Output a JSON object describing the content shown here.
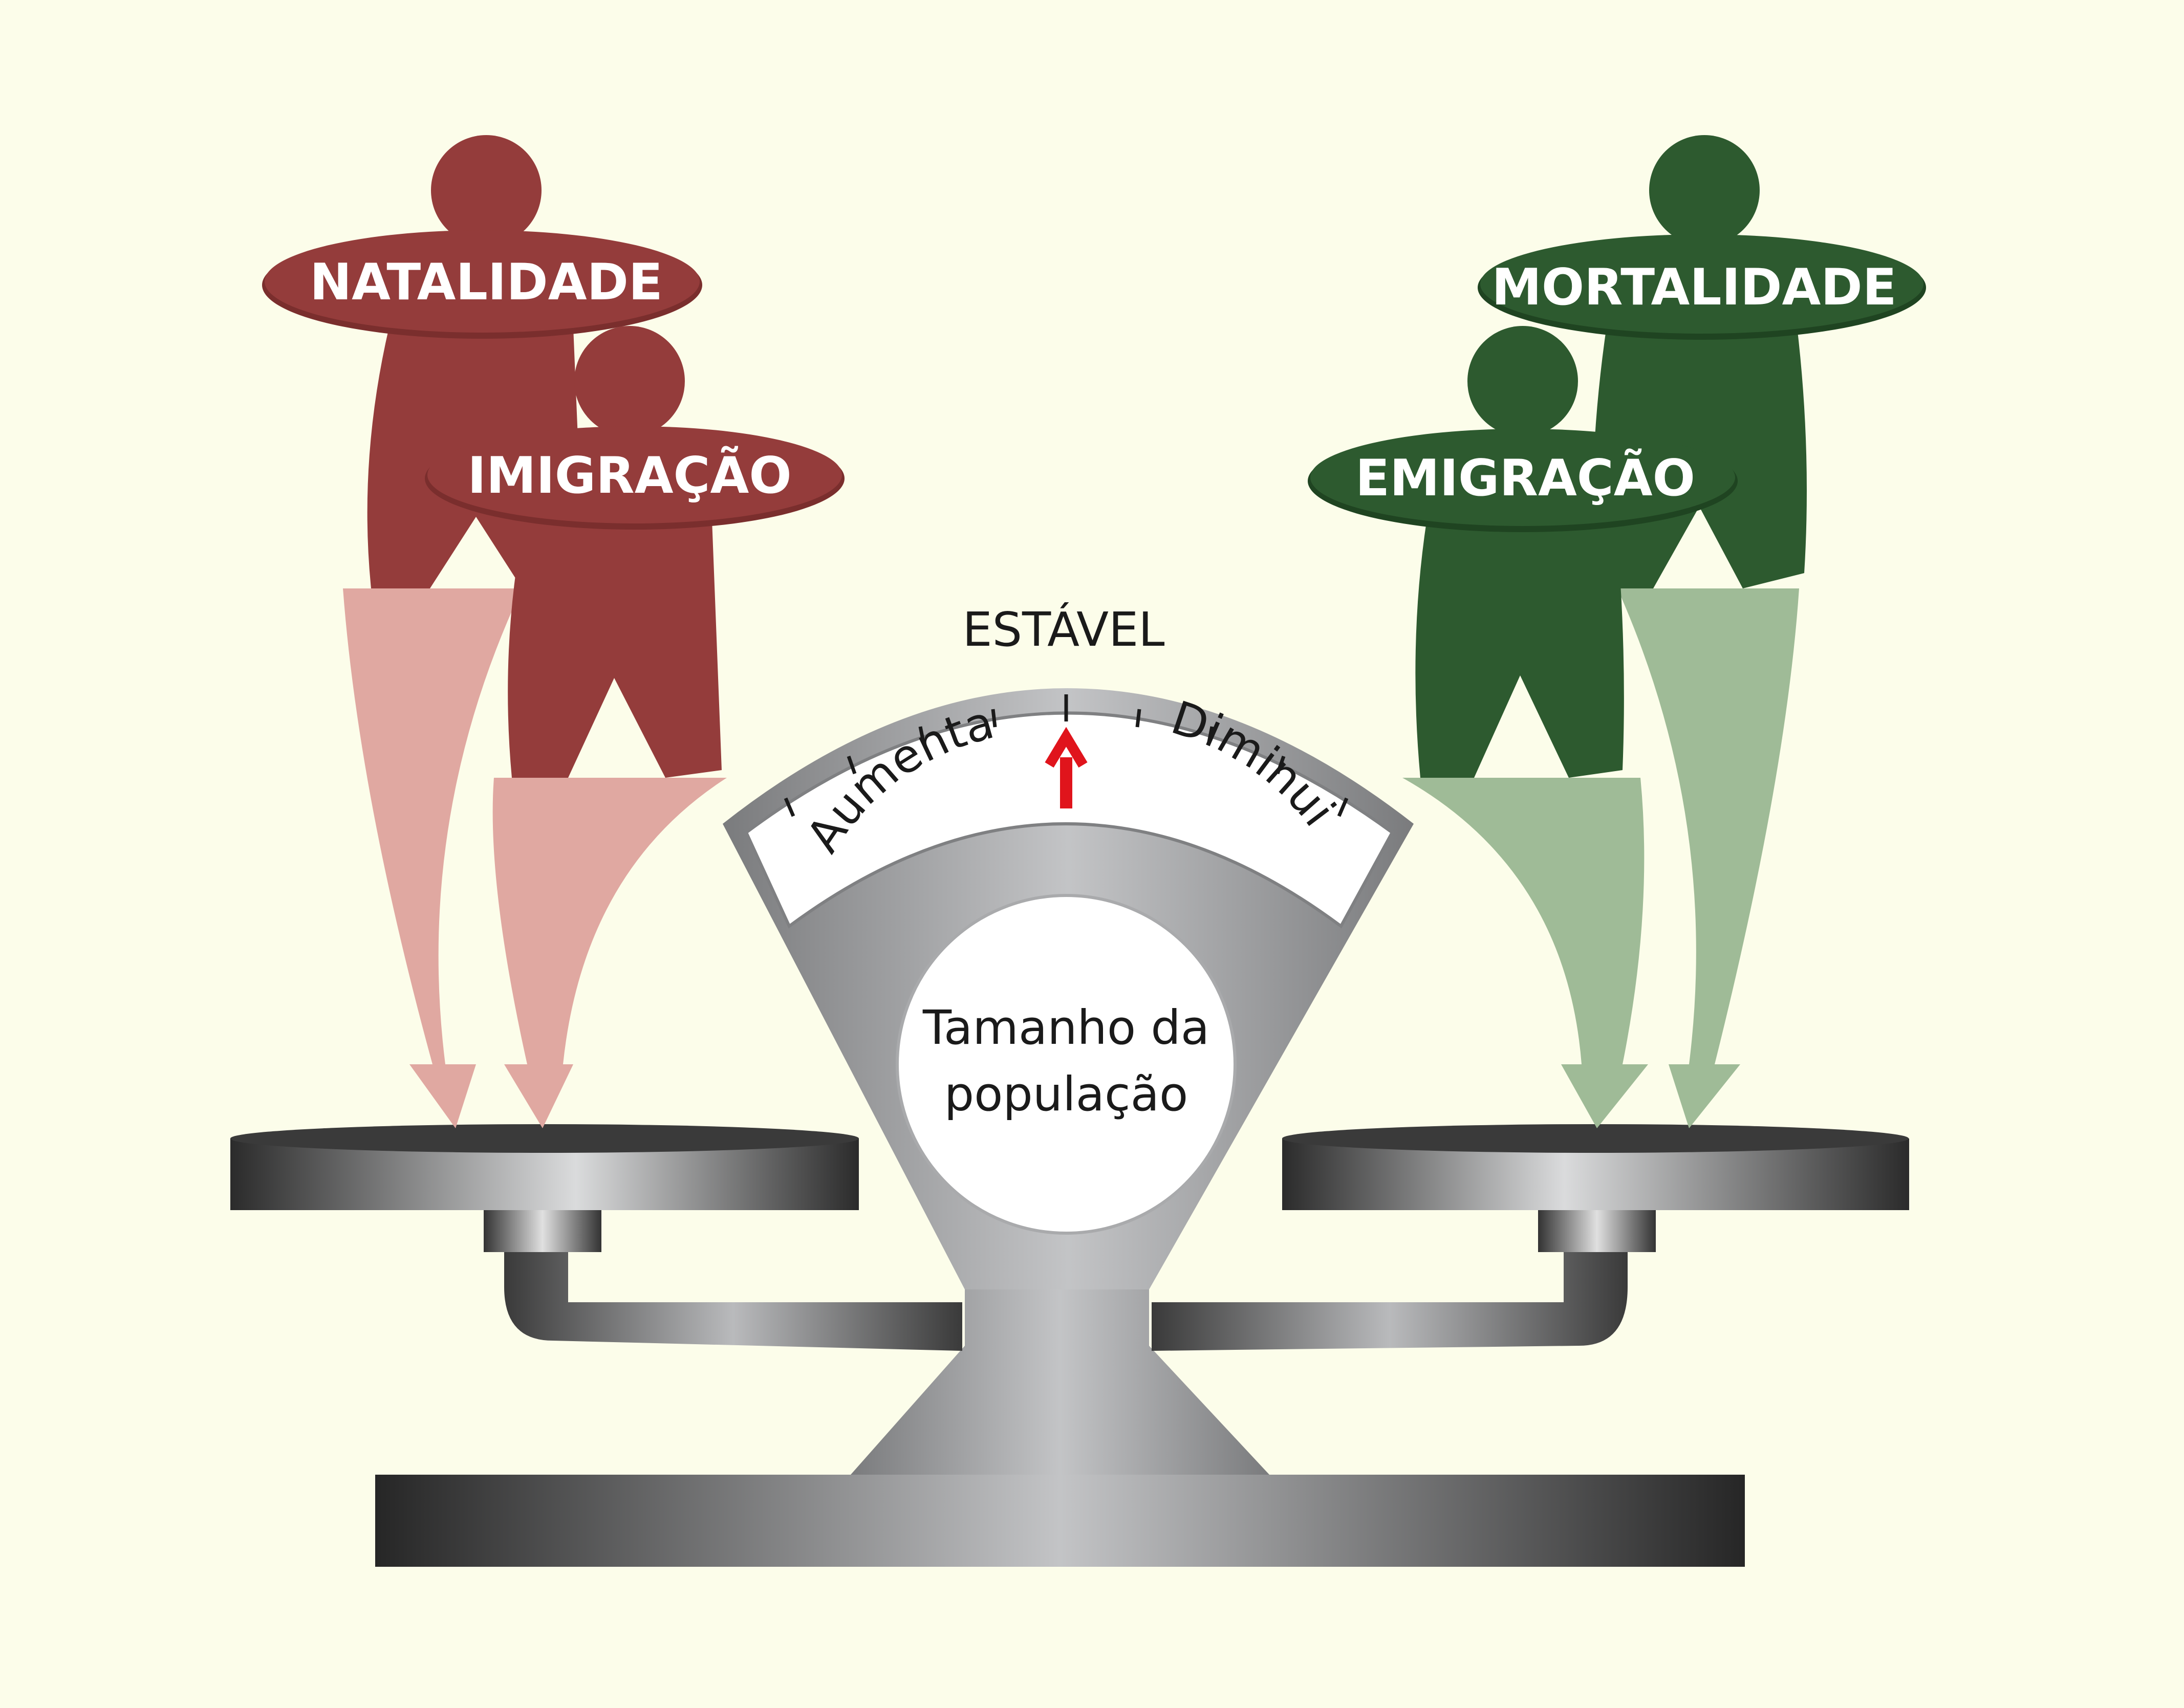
{
  "labels": {
    "natalidade": "NATALIDADE",
    "imigracao": "IMIGRAÇÃO",
    "mortalidade": "MORTALIDADE",
    "emigracao": "EMIGRAÇÃO"
  },
  "gauge": {
    "top_label": "ESTÁVEL",
    "left_label": "Aumenta",
    "right_label": "Diminui",
    "center_line1": "Tamanho da",
    "center_line2": "população"
  },
  "colors": {
    "background": "#fcfdea",
    "increase_figure": "#943c3b",
    "increase_arrow": "#e0a8a1",
    "decrease_figure": "#2d5a2f",
    "decrease_arrow": "#9fbb97",
    "needle": "#e0141c",
    "metal_light": "#c2c3c5",
    "metal_dark": "#2a2a2a"
  }
}
